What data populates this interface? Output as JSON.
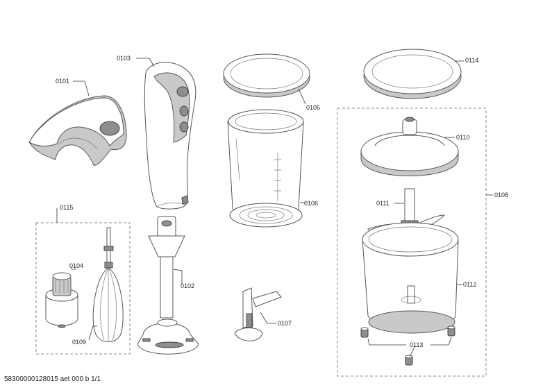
{
  "parts": {
    "p0101": "0101",
    "p0102": "0102",
    "p0103": "0103",
    "p0104": "0104",
    "p0105": "0105",
    "p0106": "0106",
    "p0107": "0107",
    "p0108": "0108",
    "p0109": "0109",
    "p0110": "0110",
    "p0111": "0111",
    "p0112": "0112",
    "p0113": "0113",
    "p0114": "0114",
    "p0115": "0115"
  },
  "footer": "58300000128015 aet 000 b 1/1"
}
